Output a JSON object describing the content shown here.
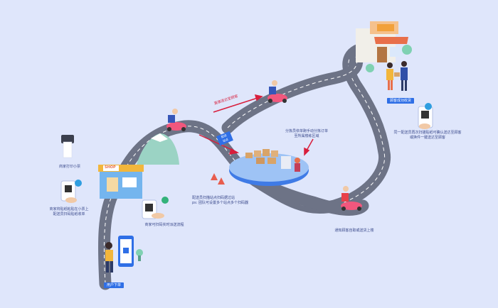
{
  "steps": {
    "user_order": "用户下单",
    "merchant_print": "商家打印小票",
    "merchant_scan": "商家可扫码实时派送流程",
    "merchant_ticket": "商家将贴纸粘贴在小票上\n配送员扫码贴纸收单",
    "courier_scan": "配送员扫描站点扫码据过站\nps: 团队可设置多个站点多个扫码器",
    "station_sort": "分拣员依单跑手动分拣订单\n至所属楼栋区域",
    "notify": "通知顾客自取或送货上楼",
    "deliver_confirm": "同一配送员再次扫描贴纸可确认送达至顾客\n或换件一键送达至顾客",
    "delivered": "顾客成功收货",
    "direct_delivery": "直接送达至顾客",
    "station_badge": "配送\n站点",
    "shop_sign": "SHOP"
  },
  "colors": {
    "background": "#dfe6fb",
    "road": "#6d7386",
    "road_line": "#ffffff",
    "arrow": "#d81e3c",
    "tag_blue": "#2f6fe6",
    "scooter": "#f2577d"
  },
  "icons": [
    "printer-icon",
    "phone-qr-icon",
    "shop-building-icon",
    "sorting-station-icon",
    "storefront-icon",
    "scooter-courier-icon",
    "customer-figure-icon"
  ]
}
